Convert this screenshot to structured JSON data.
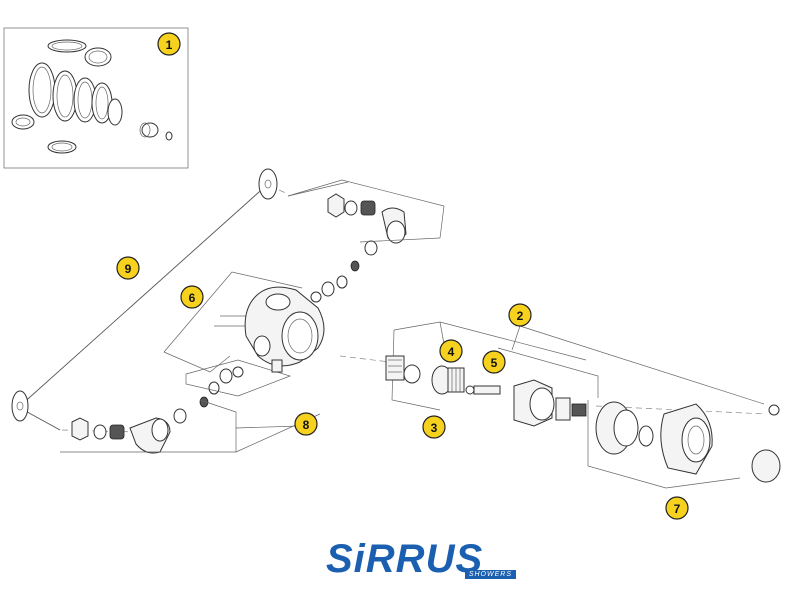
{
  "callouts": [
    {
      "id": "c1",
      "label": "1"
    },
    {
      "id": "c2",
      "label": "2"
    },
    {
      "id": "c3",
      "label": "3"
    },
    {
      "id": "c4",
      "label": "4"
    },
    {
      "id": "c5",
      "label": "5"
    },
    {
      "id": "c6",
      "label": "6"
    },
    {
      "id": "c7",
      "label": "7"
    },
    {
      "id": "c8",
      "label": "8"
    },
    {
      "id": "c9",
      "label": "9"
    }
  ],
  "logo": {
    "main": "SiRRUS",
    "sub": "SHOWERS",
    "color": "#1b5fb0"
  },
  "callout_color": "#f6d21e"
}
